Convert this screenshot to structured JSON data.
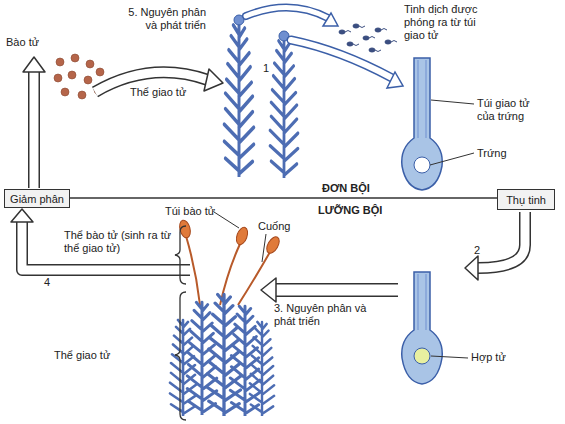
{
  "diagram": {
    "nodes": [
      {
        "text": [
          "Giảm phân"
        ]
      },
      {
        "text": [
          "Thụ tinh"
        ]
      }
    ],
    "labels": [
      "5. Nguyên phân và phát triển",
      "Bào tử",
      "Thể giao tử",
      "1",
      "Tinh dịch được phóng ra từ túi giao tử",
      "Túi giao tử của trứng",
      "Trứng",
      "ĐƠN BỘI",
      "LƯỠNG BỘI",
      "Túi bào tử",
      "Cuống",
      "Thể bào tử (sinh ra từ thể giao tử)",
      "4",
      "2",
      "3. Nguyên phân và phát triển",
      "Hợp tử",
      "Thể giao tử"
    ]
  }
}
